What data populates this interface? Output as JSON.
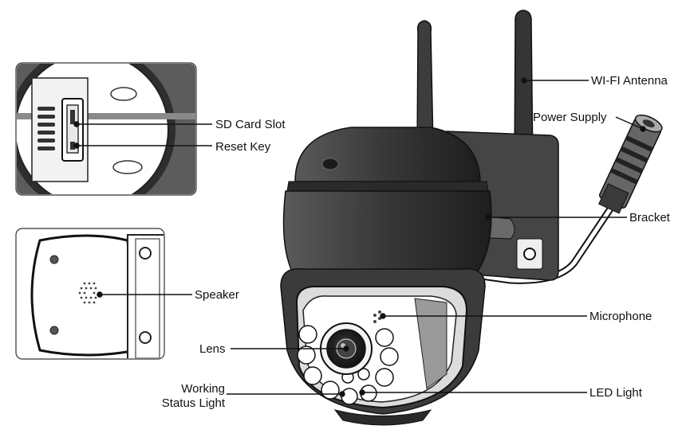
{
  "labels": {
    "wifi_antenna": "WI-FI Antenna",
    "power_supply": "Power Supply",
    "sd_card_slot": "SD Card Slot",
    "reset_key": "Reset Key",
    "bracket": "Bracket",
    "speaker": "Speaker",
    "microphone": "Microphone",
    "lens": "Lens",
    "working_status_light_line1": "Working",
    "working_status_light_line2": "Status Light",
    "led_light": "LED Light"
  }
}
